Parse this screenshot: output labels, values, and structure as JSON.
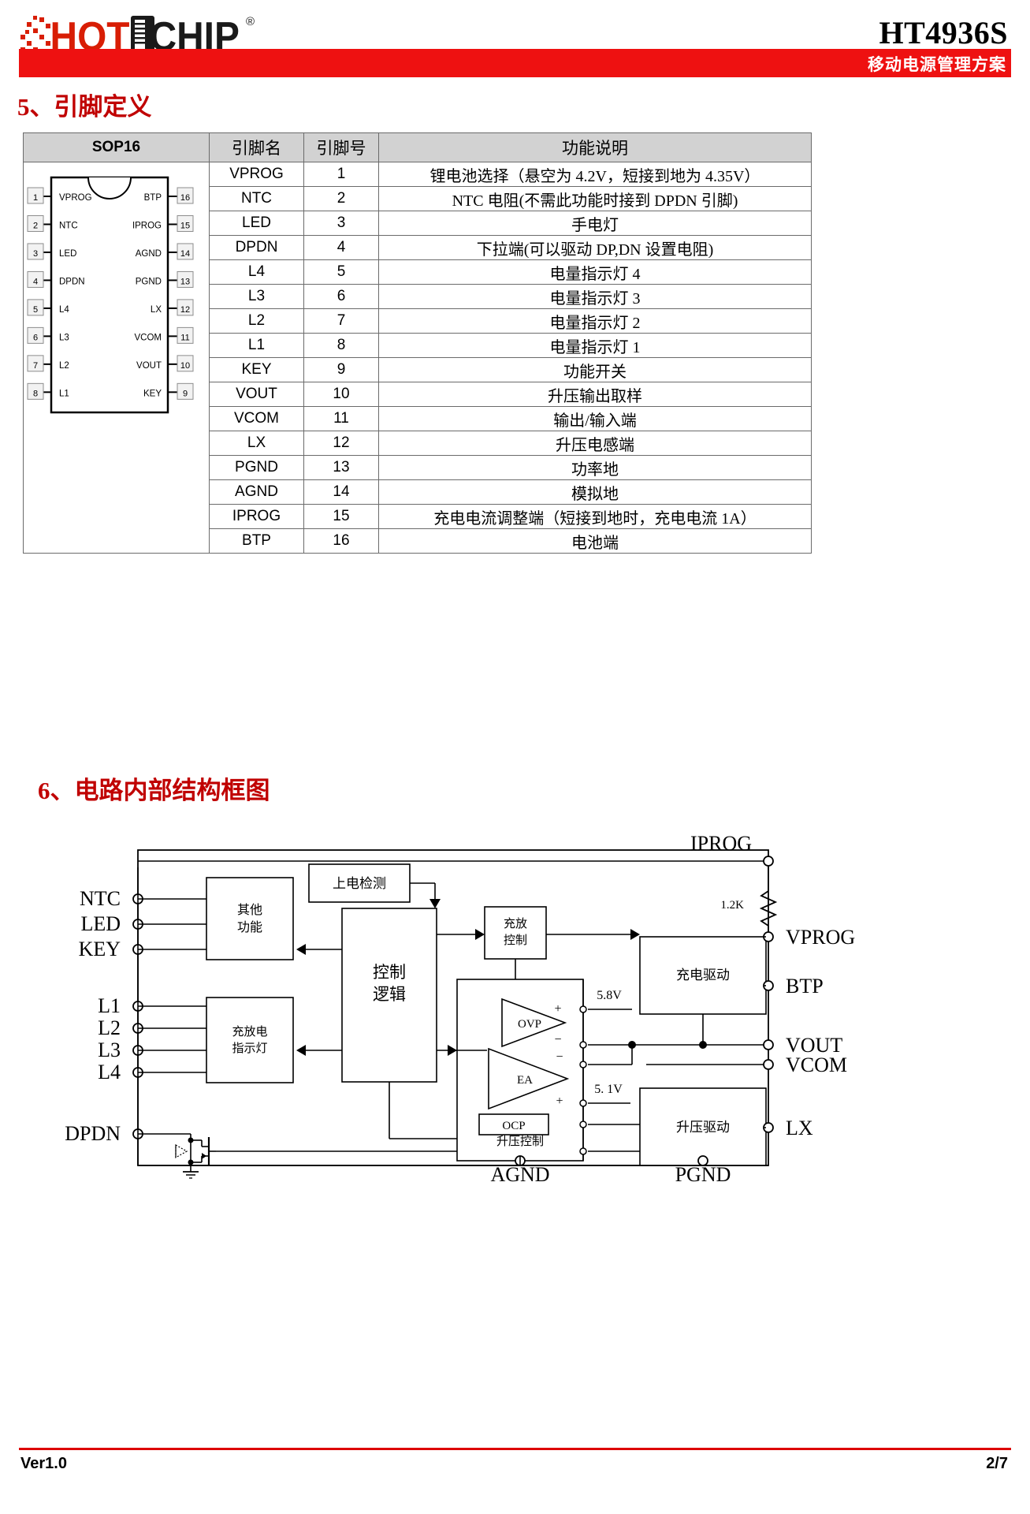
{
  "header": {
    "logo_text_hot": "HOT",
    "logo_text_chip": "CHIP",
    "logo_registered": "®",
    "part_number": "HT4936S",
    "sub_title": "移动电源管理方案",
    "brand_red": "#ee1111"
  },
  "sections": {
    "pin_definition_title": "5、引脚定义",
    "block_diagram_title": "6、电路内部结构框图"
  },
  "pin_table": {
    "headers": {
      "package": "SOP16",
      "pin_name": "引脚名",
      "pin_number": "引脚号",
      "description": "功能说明"
    },
    "rows": [
      {
        "name": "VPROG",
        "num": "1",
        "desc": "锂电池选择（悬空为 4.2V，短接到地为 4.35V）"
      },
      {
        "name": "NTC",
        "num": "2",
        "desc": "NTC 电阻(不需此功能时接到 DPDN 引脚)"
      },
      {
        "name": "LED",
        "num": "3",
        "desc": "手电灯"
      },
      {
        "name": "DPDN",
        "num": "4",
        "desc": "下拉端(可以驱动 DP,DN 设置电阻)"
      },
      {
        "name": "L4",
        "num": "5",
        "desc": "电量指示灯 4"
      },
      {
        "name": "L3",
        "num": "6",
        "desc": "电量指示灯 3"
      },
      {
        "name": "L2",
        "num": "7",
        "desc": "电量指示灯 2"
      },
      {
        "name": "L1",
        "num": "8",
        "desc": "电量指示灯 1"
      },
      {
        "name": "KEY",
        "num": "9",
        "desc": "功能开关"
      },
      {
        "name": "VOUT",
        "num": "10",
        "desc": "升压输出取样"
      },
      {
        "name": "VCOM",
        "num": "11",
        "desc": "输出/输入端"
      },
      {
        "name": "LX",
        "num": "12",
        "desc": "升压电感端"
      },
      {
        "name": "PGND",
        "num": "13",
        "desc": "功率地"
      },
      {
        "name": "AGND",
        "num": "14",
        "desc": "模拟地"
      },
      {
        "name": "IPROG",
        "num": "15",
        "desc": "充电电流调整端（短接到地时，充电电流 1A）"
      },
      {
        "name": "BTP",
        "num": "16",
        "desc": "电池端"
      }
    ]
  },
  "sop16_package": {
    "left_pins": [
      {
        "num": "1",
        "label": "VPROG"
      },
      {
        "num": "2",
        "label": "NTC"
      },
      {
        "num": "3",
        "label": "LED"
      },
      {
        "num": "4",
        "label": "DPDN"
      },
      {
        "num": "5",
        "label": "L4"
      },
      {
        "num": "6",
        "label": "L3"
      },
      {
        "num": "7",
        "label": "L2"
      },
      {
        "num": "8",
        "label": "L1"
      }
    ],
    "right_pins": [
      {
        "num": "16",
        "label": "BTP"
      },
      {
        "num": "15",
        "label": "IPROG"
      },
      {
        "num": "14",
        "label": "AGND"
      },
      {
        "num": "13",
        "label": "PGND"
      },
      {
        "num": "12",
        "label": "LX"
      },
      {
        "num": "11",
        "label": "VCOM"
      },
      {
        "num": "10",
        "label": "VOUT"
      },
      {
        "num": "9",
        "label": "KEY"
      }
    ]
  },
  "block_diagram": {
    "left_pins": [
      "NTC",
      "LED",
      "KEY",
      "L1",
      "L2",
      "L3",
      "L4",
      "DPDN"
    ],
    "right_pins": [
      "VPROG",
      "BTP",
      "VOUT",
      "VCOM",
      "LX"
    ],
    "top_pin": "IPROG",
    "bottom_pins": [
      "AGND",
      "PGND"
    ],
    "blocks": {
      "other_function": "其他\n功能",
      "other_function_l1": "其他",
      "other_function_l2": "功能",
      "power_on_detect": "上电检测",
      "control_logic_l1": "控制",
      "control_logic_l2": "逻辑",
      "charge_indicator_l1": "充放电",
      "charge_indicator_l2": "指示灯",
      "charge_discharge_ctrl_l1": "充放",
      "charge_discharge_ctrl_l2": "控制",
      "charge_driver": "充电驱动",
      "boost_driver": "升压驱动",
      "boost_control": "升压控制",
      "ocp": "OCP",
      "ovp": "OVP",
      "ea": "EA"
    },
    "labels": {
      "resistor": "1.2K",
      "ovp_ref": "5.8V",
      "ea_ref": "5. 1V",
      "plus": "+",
      "minus": "−"
    }
  },
  "footer": {
    "version": "Ver1.0",
    "page": "2/7",
    "rule_color": "#dd0000"
  }
}
